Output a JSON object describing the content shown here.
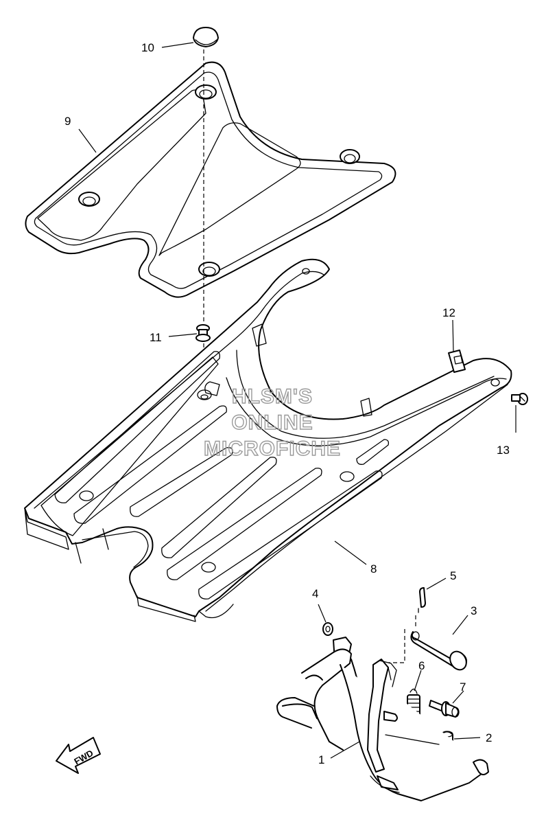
{
  "callouts": {
    "c1": "1",
    "c2": "2",
    "c3": "3",
    "c4": "4",
    "c5": "5",
    "c6": "6",
    "c7": "7",
    "c8": "8",
    "c9": "9",
    "c10": "10",
    "c11": "11",
    "c12": "12",
    "c13": "13"
  },
  "watermark": {
    "line1": "HLSM'S",
    "line2": "ONLINE",
    "line3": "MICROFICHE"
  },
  "direction_label": "FWD"
}
